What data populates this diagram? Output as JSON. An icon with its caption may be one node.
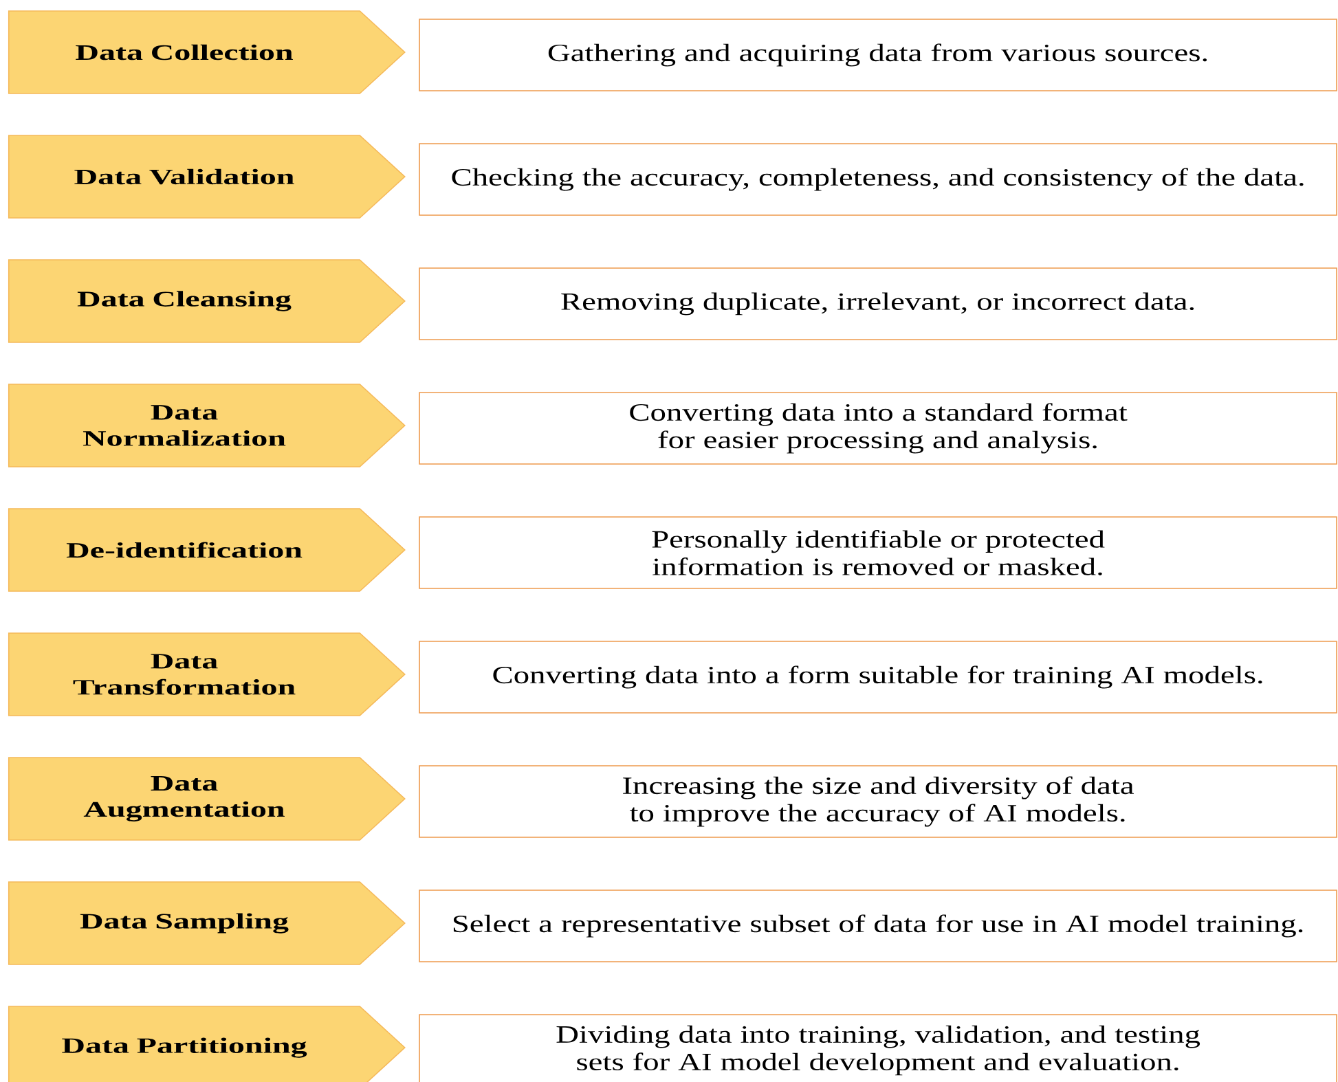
{
  "diagram": {
    "nodes": [
      {
        "text": [
          "Data Collection"
        ]
      },
      {
        "text": [
          "Gathering and acquiring data from various sources."
        ]
      },
      {
        "text": [
          "Data Validation"
        ]
      },
      {
        "text": [
          "Checking the accuracy, completeness, and consistency of the data."
        ]
      },
      {
        "text": [
          "Data Cleansing"
        ]
      },
      {
        "text": [
          "Removing duplicate, irrelevant, or incorrect data."
        ]
      },
      {
        "text": [
          "Data Normalization"
        ]
      },
      {
        "text": [
          "Converting data into a standard format for easier processing and analysis."
        ]
      },
      {
        "text": [
          "De-identification"
        ]
      },
      {
        "text": [
          "Personally identifiable or protected information is removed or masked."
        ]
      },
      {
        "text": [
          "Data Transformation"
        ]
      },
      {
        "text": [
          "Converting data into a form suitable for training AI models."
        ]
      },
      {
        "text": [
          "Data Augmentation"
        ]
      },
      {
        "text": [
          "Increasing the size and diversity of data to improve the accuracy of AI models."
        ]
      },
      {
        "text": [
          "Data Sampling"
        ]
      },
      {
        "text": [
          "Select a representative subset of data for use in AI model training."
        ]
      },
      {
        "text": [
          "Data Partitioning"
        ]
      },
      {
        "text": [
          "Dividing data into training, validation, and testing sets for AI model development and evaluation."
        ]
      }
    ]
  }
}
